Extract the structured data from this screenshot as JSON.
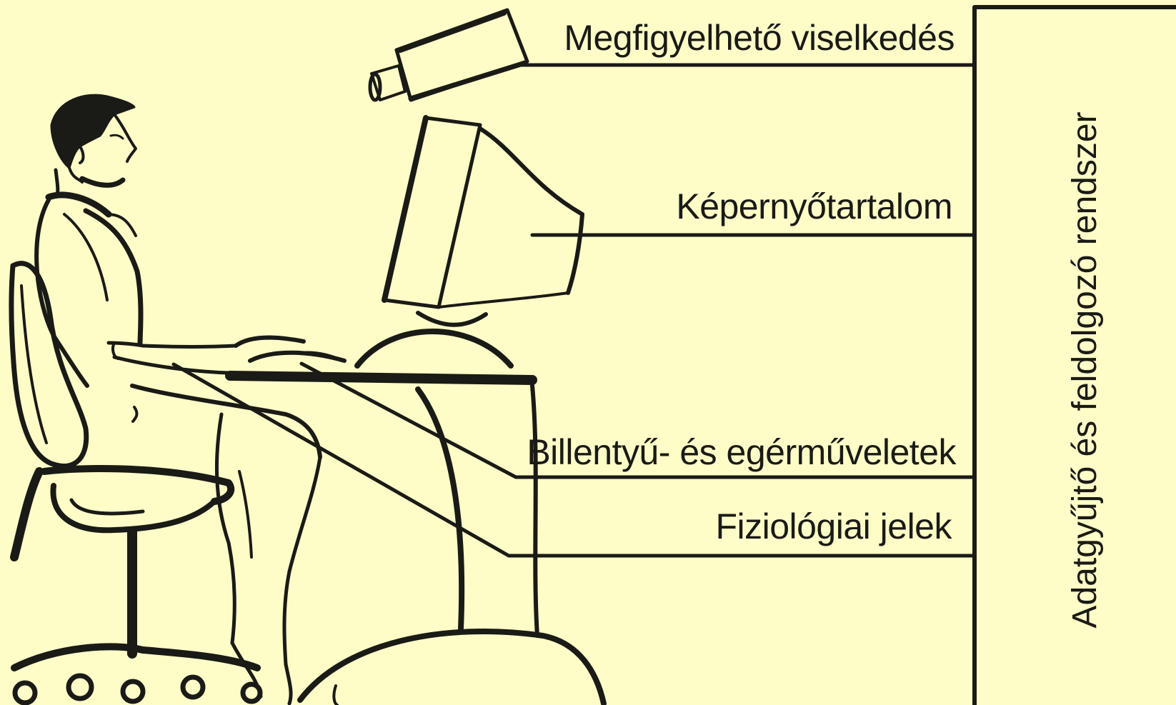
{
  "diagram": {
    "background": "#FEFDC8",
    "ink": "#1A1A16",
    "labels": {
      "observable_behavior": "Megfigyelhető viselkedés",
      "screen_content": "Képernyőtartalom",
      "keyboard_mouse": "Billentyű- és egérműveletek",
      "physiological": "Fiziológiai jelek"
    },
    "system_box": {
      "label": "Adatgyűjtő és feldolgozó rendszer"
    },
    "icons": [
      "camera-icon",
      "monitor-icon",
      "person-at-computer-icon",
      "office-chair-icon",
      "desk-icon"
    ]
  }
}
